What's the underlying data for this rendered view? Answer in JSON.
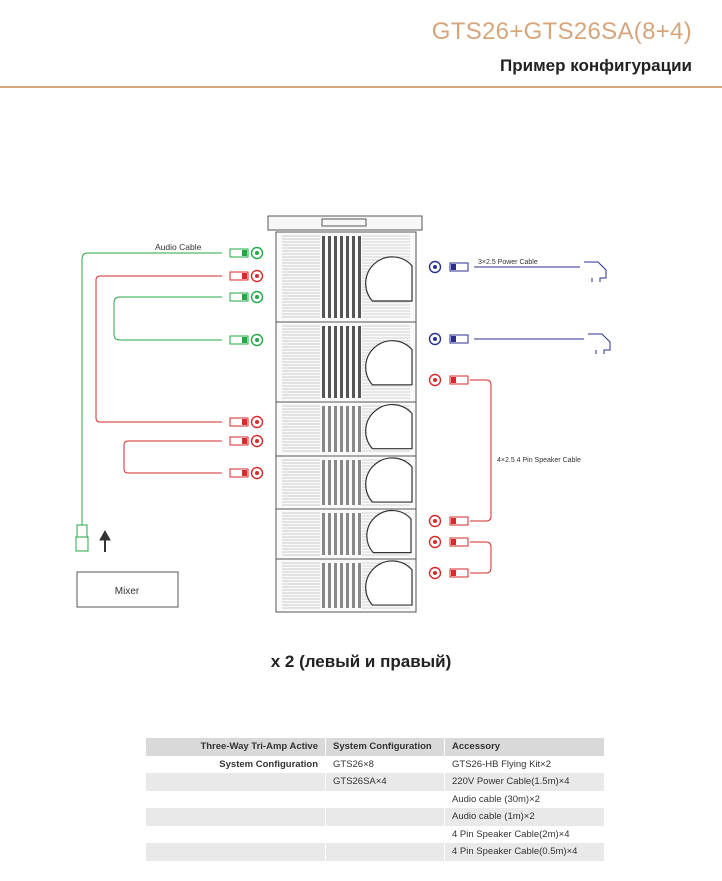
{
  "header": {
    "title": "GTS26+GTS26SA(8+4)",
    "subtitle": "Пример конфигурации"
  },
  "diagram": {
    "labels": {
      "audio_cable": "Audio Cable",
      "power_cable": "3×2.5 Power Cable",
      "speaker_cable": "4×2.5 4 Pin Speaker Cable",
      "mixer": "Mixer"
    },
    "colors": {
      "green": "#22a844",
      "red": "#d62b2b",
      "blue": "#2a2f8f",
      "outline": "#555555",
      "accent": "#d7a57c"
    }
  },
  "caption": "x 2 (левый и правый)",
  "table": {
    "headers": [
      "Three-Way Tri-Amp Active",
      "System Configuration",
      "Accessory"
    ],
    "rows": [
      [
        "System  Configuration",
        "GTS26×8",
        "GTS26-HB Flying Kit×2"
      ],
      [
        "",
        "GTS26SA×4",
        "220V Power Cable(1.5m)×4"
      ],
      [
        "",
        "",
        "Audio cable (30m)×2"
      ],
      [
        "",
        "",
        "Audio cable (1m)×2"
      ],
      [
        "",
        "",
        "4 Pin Speaker Cable(2m)×4"
      ],
      [
        "",
        "",
        "4 Pin Speaker Cable(0.5m)×4"
      ]
    ]
  }
}
